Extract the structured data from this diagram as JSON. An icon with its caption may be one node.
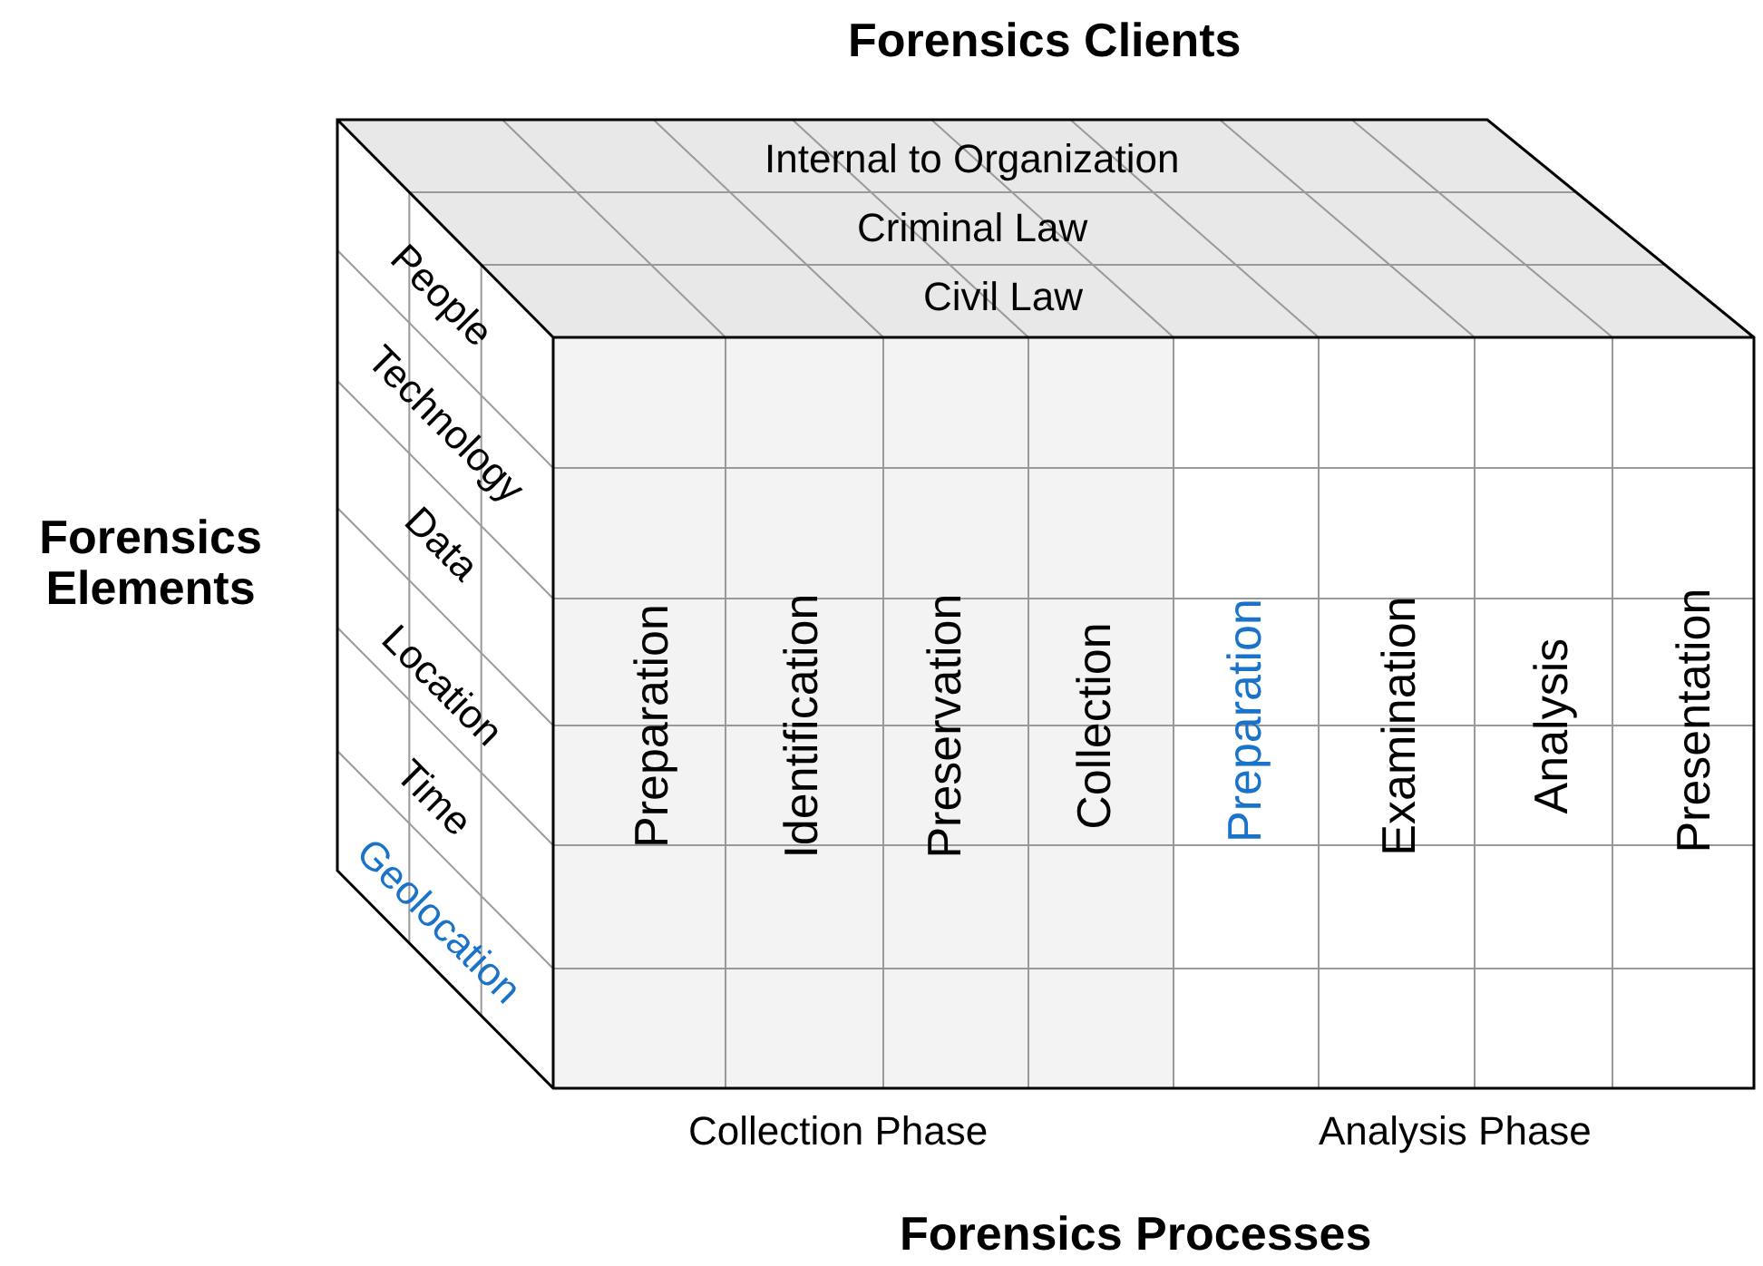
{
  "diagram": {
    "labels": [
      "Forensics Clients",
      "Internal to Organization",
      "Criminal Law",
      "Civil Law",
      "Forensics Elements",
      "People",
      "Technology",
      "Data",
      "Location",
      "Time",
      "Geolocation",
      "Preparation",
      "Identification",
      "Preservation",
      "Collection",
      "Preparation",
      "Examination",
      "Analysis",
      "Presentation",
      "Collection Phase",
      "Analysis Phase",
      "Forensics Processes"
    ]
  }
}
